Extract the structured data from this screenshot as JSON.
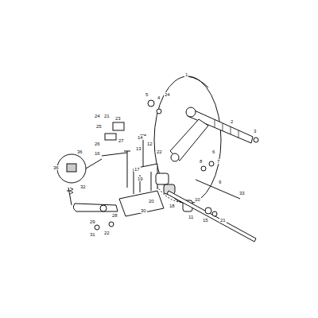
{
  "diagram": {
    "labels": [
      "1",
      "2",
      "3",
      "5",
      "4",
      "24",
      "24",
      "21",
      "23",
      "25",
      "26",
      "27",
      "16",
      "14",
      "12",
      "13",
      "17",
      "19",
      "20",
      "22",
      "6",
      "7",
      "8",
      "9",
      "10",
      "11",
      "18",
      "33",
      "15",
      "21",
      "30",
      "28",
      "29",
      "36",
      "36",
      "32",
      "31",
      "22"
    ]
  }
}
